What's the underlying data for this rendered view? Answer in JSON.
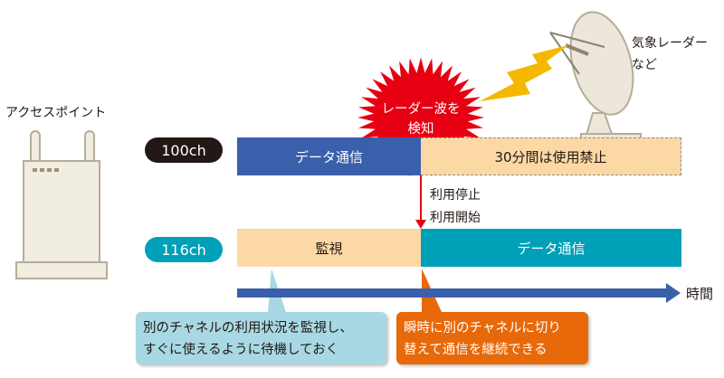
{
  "access_point": {
    "label": "アクセスポイント"
  },
  "radar": {
    "label_line1": "気象レーダー",
    "label_line2": "など"
  },
  "detection": {
    "line1": "レーダー波を",
    "line2": "検知"
  },
  "channels": [
    {
      "name": "100ch",
      "segments": [
        "データ通信",
        "30分間は使用禁止"
      ]
    },
    {
      "name": "116ch",
      "segments": [
        "監視",
        "データ通信"
      ]
    }
  ],
  "switch": {
    "stop": "利用停止",
    "start": "利用開始"
  },
  "time_axis": {
    "label": "時間"
  },
  "callouts": [
    {
      "line1": "別のチャネルの利用状況を監視し、",
      "line2": "すぐに使えるように待機しておく"
    },
    {
      "line1": "瞬時に別のチャネルに切り",
      "line2": "替えて通信を継続できる"
    }
  ],
  "colors": {
    "blue": "#3a5fab",
    "peach": "#fbd8a4",
    "teal": "#00a0b8",
    "red": "#e60012",
    "orange": "#e8690a",
    "callout_blue": "#a8d8e4",
    "yellow": "#f5b800"
  }
}
